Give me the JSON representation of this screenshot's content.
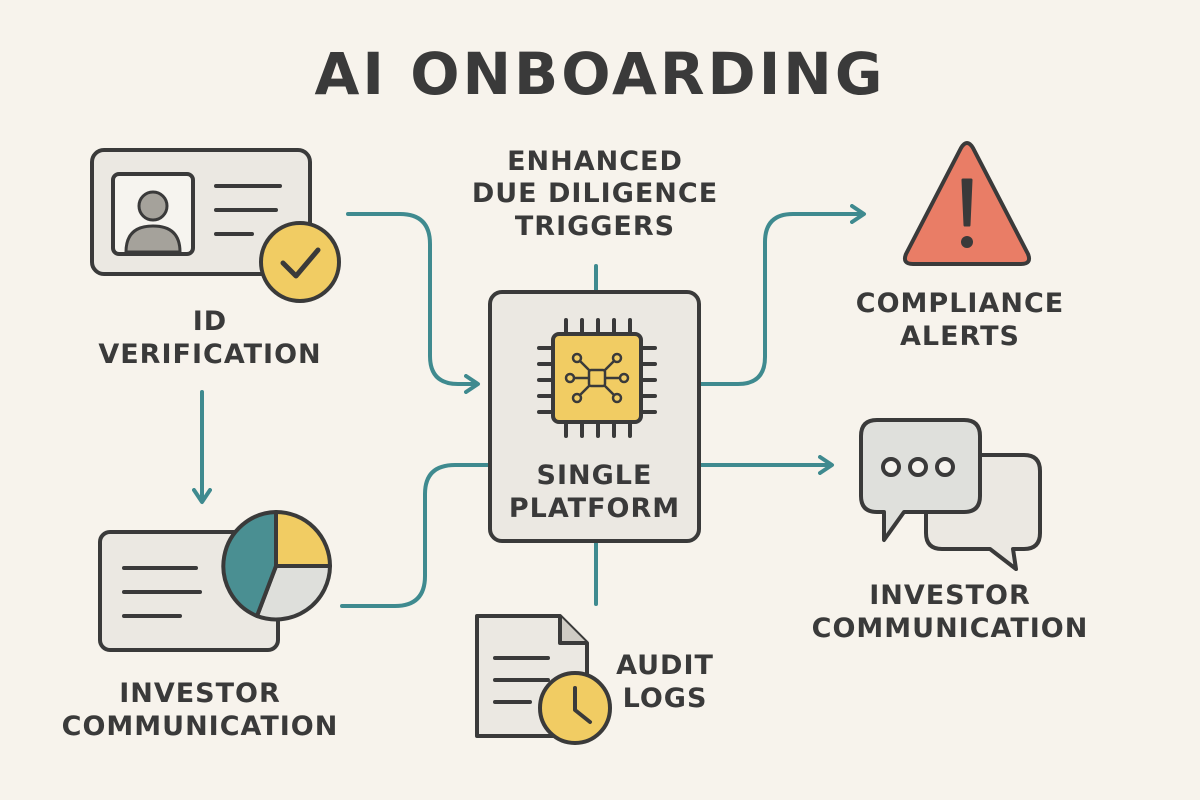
{
  "title": "AI ONBOARDING",
  "nodes": {
    "id_verification": {
      "line1": "ID",
      "line2": "VERIFICATION"
    },
    "investor_communication_left": {
      "line1": "INVESTOR",
      "line2": "COMMUNICATION"
    },
    "enhanced_due_diligence": {
      "line1": "ENHANCED",
      "line2": "DUE DILIGENCE",
      "line3": "TRIGGERS"
    },
    "single_platform": {
      "line1": "SINGLE",
      "line2": "PLATFORM"
    },
    "compliance_alerts": {
      "line1": "COMPLIANCE",
      "line2": "ALERTS"
    },
    "investor_communication_right": {
      "line1": "INVESTOR",
      "line2": "COMMUNICATION"
    },
    "audit_logs": {
      "line1": "AUDIT",
      "line2": "LOGS"
    }
  },
  "colors": {
    "background": "#f7f3ec",
    "arrow": "#3f8a8f",
    "outline": "#3a3a3a",
    "card": "#ebe8e2",
    "yellow": "#f1cc63",
    "teal": "#4a8f92",
    "alert": "#e97d66",
    "bubble": "#dfe0dc"
  },
  "icons": [
    "id-card-icon",
    "checkmark-badge-icon",
    "pie-chart-document-icon",
    "chip-icon",
    "warning-triangle-icon",
    "chat-bubbles-icon",
    "document-clock-icon"
  ]
}
